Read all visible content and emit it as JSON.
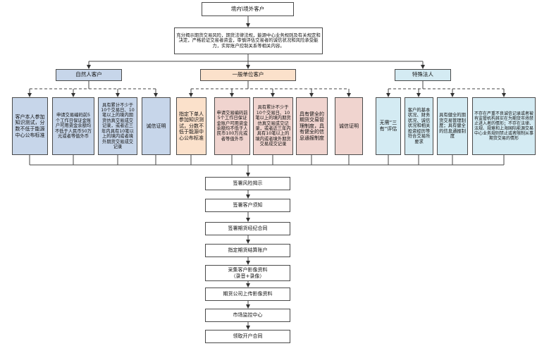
{
  "top": "境内\\境外客户",
  "intro": "充分揭示期货交易风险，期货法律法规，能源中心业务规则及有关规定和决定，严格验证交易者资金，审慎评估交易者的诚信状况和风险承受能力，实际账户控制关系等相关内容。",
  "categories": {
    "natural": "自然人客户",
    "general": "一般单位客户",
    "special": "特殊法人"
  },
  "natural_reqs": [
    "客户本人参加知识测试，分数不低于能源中心公布标准",
    "申请交易编码前5个工作日保证金账户可用资金余额均不低于人民币50万元或者等值外币",
    "具有累计不少于10个交易日、10笔以上的境内期货仿真交易成交记录，或者近三年内具有10笔以上的境内或者境外期货交易成交记录",
    "诚信证明"
  ],
  "general_reqs": [
    "指定下单人参加知识测试，分数不低于能源中心公布标准",
    "申请交易编码前5个工作日保证金账户可用资金余额均不低于人民币100万元或者等值外币",
    "具有累计不少于10个交易日、10笔以上的境内期货仿真交易成交记录，或者近三年内具有10笔以上的境内或者境外期货交易成交记录",
    "具有健全的期货交易管理制度，具有健全的信息通报制度",
    "诚信证明"
  ],
  "special_reqs": [
    "无需“三有”评估",
    "客户的基本状况、财务状况、诚信状况和相关投资经历等符合交易所要求",
    "具有健全的期货交易管理制度；具有健全的信息通报制度",
    "不存在严重不良诚信记录或者被有监管机构其实在为期货市场禁止进入者的情形；不存在法律、法规、规章和上海国际能源交易中心业务规则禁止或者限制从事期货交易的情形"
  ],
  "steps": [
    "签署风险揭示",
    "签署客户须知",
    "签署期货经纪合同",
    "指定期货结算账户",
    "采集客户影像资料\n（录音+录像）",
    "期货公司上传影像资料",
    "市场监控中心",
    "领取开户合同"
  ]
}
